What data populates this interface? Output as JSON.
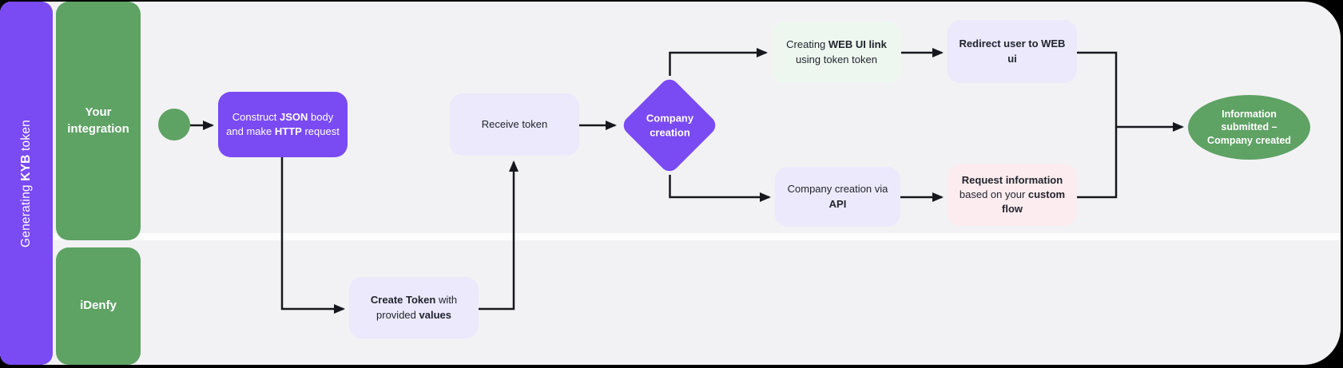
{
  "diagram_title": {
    "segments": [
      {
        "text": "Generating ",
        "bold": false
      },
      {
        "text": "KYB",
        "bold": true
      },
      {
        "text": " token",
        "bold": false
      }
    ]
  },
  "lanes": [
    {
      "label": "Your integration"
    },
    {
      "label": "iDenfy"
    }
  ],
  "nodes": {
    "start": {
      "type": "start-circle"
    },
    "construct_request": {
      "segments": [
        {
          "text": "Construct ",
          "bold": false
        },
        {
          "text": "JSON",
          "bold": true
        },
        {
          "text": " body and make ",
          "bold": false
        },
        {
          "text": "HTTP",
          "bold": true
        },
        {
          "text": " request",
          "bold": false
        }
      ]
    },
    "create_token": {
      "segments": [
        {
          "text": "Create Token",
          "bold": true
        },
        {
          "text": " with provided ",
          "bold": false
        },
        {
          "text": "values",
          "bold": true
        }
      ]
    },
    "receive_token": {
      "segments": [
        {
          "text": "Receive token",
          "bold": false
        }
      ]
    },
    "company_creation_decision": {
      "segments": [
        {
          "text": "Company creation",
          "bold": true
        }
      ]
    },
    "web_ui_link": {
      "segments": [
        {
          "text": "Creating ",
          "bold": false
        },
        {
          "text": "WEB UI link",
          "bold": true
        },
        {
          "text": " using token token",
          "bold": false
        }
      ]
    },
    "redirect_user": {
      "segments": [
        {
          "text": "Redirect user to WEB ui",
          "bold": true
        }
      ]
    },
    "company_creation_api": {
      "segments": [
        {
          "text": "Company creation via ",
          "bold": false
        },
        {
          "text": "API",
          "bold": true
        }
      ]
    },
    "request_information": {
      "segments": [
        {
          "text": "Request information",
          "bold": true
        },
        {
          "text": " based on your ",
          "bold": false
        },
        {
          "text": "custom flow",
          "bold": true
        }
      ]
    },
    "end": {
      "segments": [
        {
          "text": "Information submitted – Company created",
          "bold": true
        }
      ]
    }
  },
  "colors": {
    "accent_purple": "#7a4af3",
    "accent_green": "#5ea264",
    "node_lavender": "#ebe9fb",
    "node_mint": "#eef7ef",
    "node_pink": "#fcecef",
    "canvas_background": "#f2f2f4",
    "connector": "#16181d",
    "text_dark": "#1f232c",
    "text_light": "#ffffff"
  }
}
